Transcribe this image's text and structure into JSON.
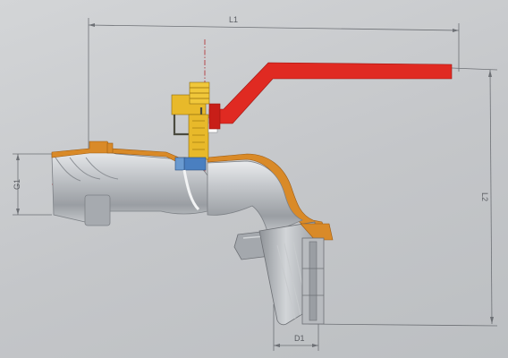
{
  "dimensions": {
    "l1": "L1",
    "l2": "L2",
    "g1": "G1",
    "d1": "D1"
  },
  "colors": {
    "background": "#c9cbcd",
    "handle": "#e02a22",
    "body_casing": "#d98a28",
    "stem": "#e8b92a",
    "seal": "#4a7fc0",
    "metal": "#b8bbbf",
    "dimension_line": "#6d7075",
    "centerline": "#b0262a"
  }
}
